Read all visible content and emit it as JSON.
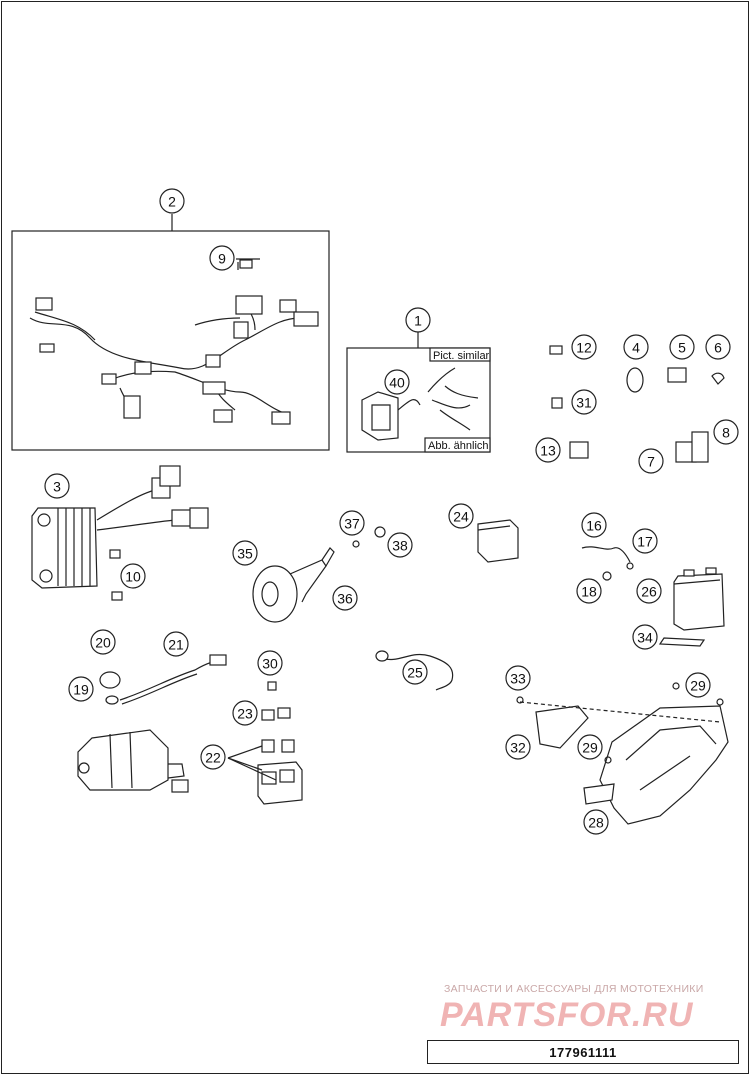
{
  "callouts": [
    {
      "n": "1"
    },
    {
      "n": "2"
    },
    {
      "n": "3"
    },
    {
      "n": "4"
    },
    {
      "n": "5"
    },
    {
      "n": "6"
    },
    {
      "n": "7"
    },
    {
      "n": "8"
    },
    {
      "n": "9"
    },
    {
      "n": "10"
    },
    {
      "n": "12"
    },
    {
      "n": "13"
    },
    {
      "n": "16"
    },
    {
      "n": "17"
    },
    {
      "n": "18"
    },
    {
      "n": "19"
    },
    {
      "n": "20"
    },
    {
      "n": "21"
    },
    {
      "n": "22"
    },
    {
      "n": "23"
    },
    {
      "n": "24"
    },
    {
      "n": "25"
    },
    {
      "n": "26"
    },
    {
      "n": "28"
    },
    {
      "n": "29"
    },
    {
      "n": "29"
    },
    {
      "n": "30"
    },
    {
      "n": "31"
    },
    {
      "n": "32"
    },
    {
      "n": "33"
    },
    {
      "n": "34"
    },
    {
      "n": "35"
    },
    {
      "n": "36"
    },
    {
      "n": "37"
    },
    {
      "n": "38"
    },
    {
      "n": "40"
    }
  ],
  "labels": {
    "pict_similar": "Pict. similar",
    "abb_aehnlich": "Abb. ähnlich"
  },
  "watermark": {
    "tagline": "ЗАПЧАСТИ И АКСЕССУАРЫ ДЛЯ МОТОТЕХНИКИ",
    "logo": "PARTSFOR.RU"
  },
  "diagram_id": "177961111"
}
